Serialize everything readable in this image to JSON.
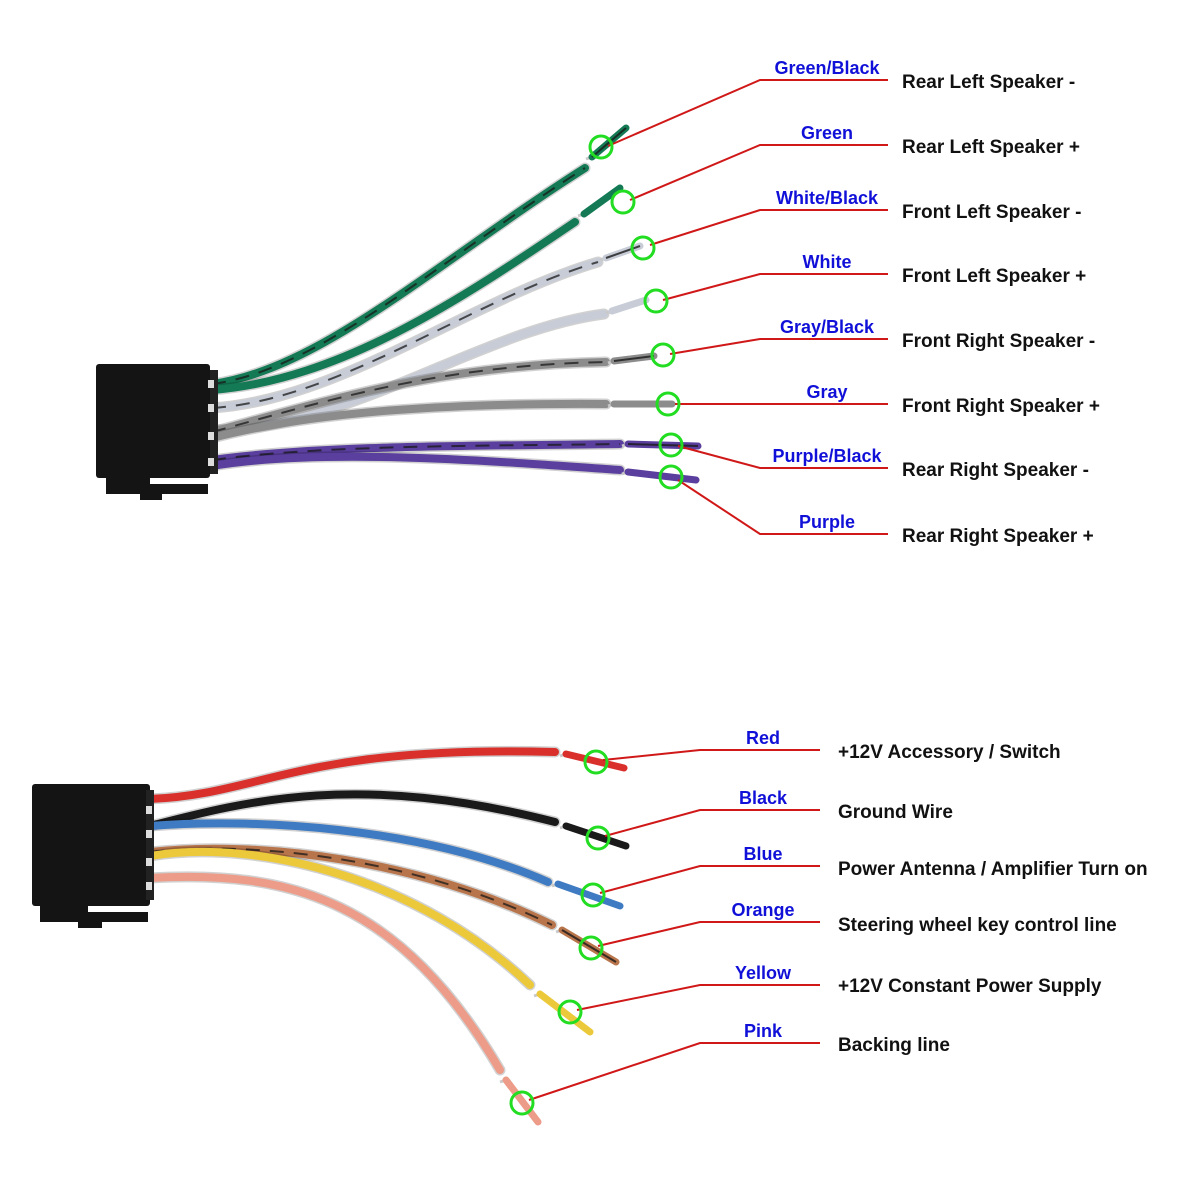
{
  "colors": {
    "background": "#ffffff",
    "leader_line": "#d01818",
    "marker_circle": "#22dd22",
    "color_label_text": "#1010d8",
    "function_label_text": "#111111",
    "connector": "#141414"
  },
  "speaker_harness": {
    "wires": [
      {
        "color_name": "Green/Black",
        "function": "Rear Left Speaker -",
        "wire_hex": "#137a55",
        "stripe": "black"
      },
      {
        "color_name": "Green",
        "function": "Rear Left Speaker +",
        "wire_hex": "#137a55",
        "stripe": ""
      },
      {
        "color_name": "White/Black",
        "function": "Front Left Speaker -",
        "wire_hex": "#c7ccd6",
        "stripe": "black"
      },
      {
        "color_name": "White",
        "function": "Front Left Speaker +",
        "wire_hex": "#c7ccd6",
        "stripe": ""
      },
      {
        "color_name": "Gray/Black",
        "function": "Front Right Speaker -",
        "wire_hex": "#8c8c8c",
        "stripe": "black"
      },
      {
        "color_name": "Gray",
        "function": "Front Right Speaker +",
        "wire_hex": "#8c8c8c",
        "stripe": ""
      },
      {
        "color_name": "Purple/Black",
        "function": "Rear Right Speaker -",
        "wire_hex": "#5a3f9e",
        "stripe": "black"
      },
      {
        "color_name": "Purple",
        "function": "Rear Right Speaker +",
        "wire_hex": "#5a3f9e",
        "stripe": ""
      }
    ]
  },
  "power_harness": {
    "wires": [
      {
        "color_name": "Red",
        "function": "+12V  Accessory / Switch",
        "wire_hex": "#d9302c",
        "stripe": ""
      },
      {
        "color_name": "Black",
        "function": "Ground Wire",
        "wire_hex": "#1a1a1a",
        "stripe": ""
      },
      {
        "color_name": "Blue",
        "function": "Power Antenna / Amplifier Turn on",
        "wire_hex": "#3f7bc2",
        "stripe": ""
      },
      {
        "color_name": "Orange",
        "function": "Steering wheel key control line",
        "wire_hex": "#b8744a",
        "stripe": "black"
      },
      {
        "color_name": "Yellow",
        "function": "+12V Constant Power Supply",
        "wire_hex": "#ecc93a",
        "stripe": ""
      },
      {
        "color_name": "Pink",
        "function": "Backing line",
        "wire_hex": "#ec9c88",
        "stripe": ""
      }
    ]
  }
}
